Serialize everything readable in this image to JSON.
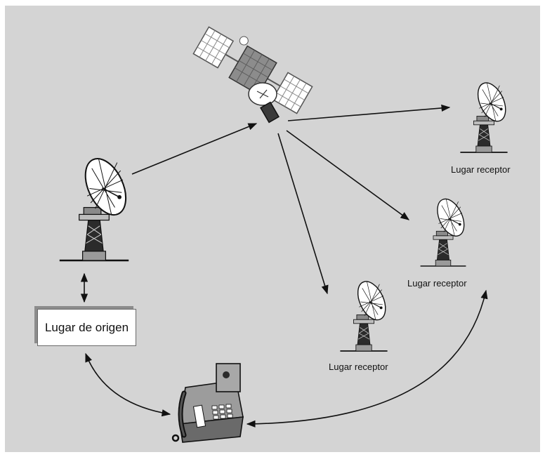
{
  "colors": {
    "background": "#d4d4d4",
    "frame": "#ffffff",
    "line": "#111111",
    "equipment_dark": "#2b2b2b",
    "equipment_light": "#ffffff"
  },
  "nodes": {
    "origin_label": "Lugar de origen",
    "receiver_top_label": "Lugar receptor",
    "receiver_middle_label": "Lugar receptor",
    "receiver_bottom_label": "Lugar receptor"
  },
  "icons": {
    "satellite": "satellite-icon",
    "origin_dish": "satellite-dish-icon",
    "receiver_dish": "satellite-dish-icon",
    "phone": "desk-phone-icon"
  }
}
